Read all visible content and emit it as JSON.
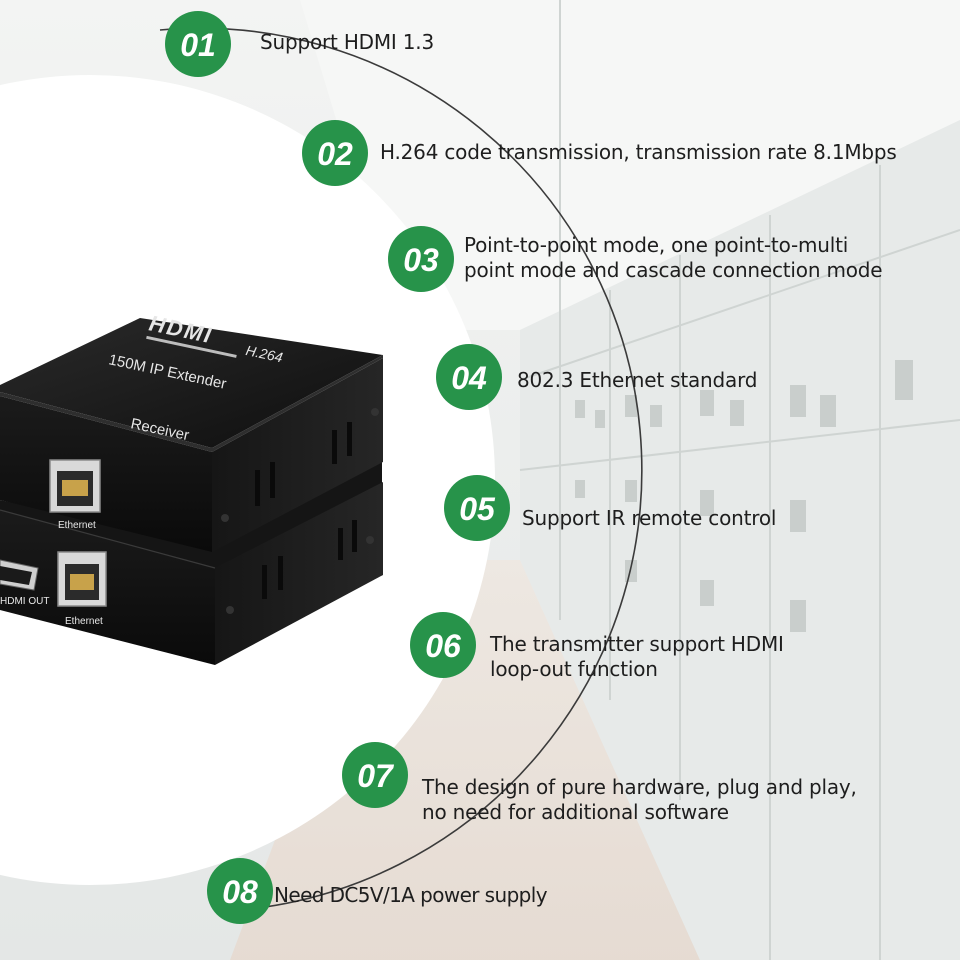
{
  "features": [
    {
      "num": "01",
      "lines": [
        "Support HDMI 1.3"
      ]
    },
    {
      "num": "02",
      "lines": [
        "H.264 code transmission, transmission rate 8.1Mbps"
      ]
    },
    {
      "num": "03",
      "lines": [
        "Point-to-point mode, one point-to-multi",
        "point mode and cascade connection mode"
      ]
    },
    {
      "num": "04",
      "lines": [
        "802.3 Ethernet standard"
      ]
    },
    {
      "num": "05",
      "lines": [
        "Support IR remote control"
      ]
    },
    {
      "num": "06",
      "lines": [
        "The transmitter support HDMI",
        "loop-out function"
      ]
    },
    {
      "num": "07",
      "lines": [
        "The design of pure hardware, plug and play,",
        "no need for additional software"
      ]
    },
    {
      "num": "08",
      "lines": [
        "Need DC5V/1A power supply"
      ]
    }
  ],
  "device": {
    "logo": "HDMI",
    "codec": "H.264",
    "model": "150M IP Extender",
    "role": "Receiver",
    "port_ethernet": "Ethernet",
    "port_hdmi_out": "HDMI OUT"
  },
  "colors": {
    "badge_green": "#27934a",
    "device_black": "#141414",
    "text": "#1e1e1e"
  }
}
